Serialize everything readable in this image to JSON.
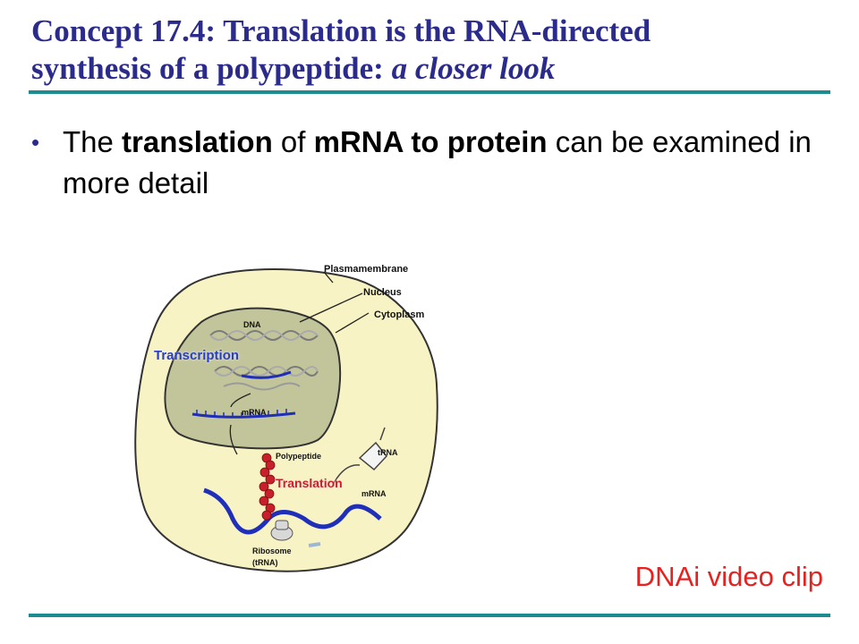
{
  "title": {
    "line1": "Concept 17.4: Translation is the RNA-directed",
    "line2_main": "synthesis of a polypeptide: ",
    "line2_italic": "a closer look"
  },
  "bullet": {
    "t1": "The ",
    "t2": "translation",
    "t3": " of ",
    "t4": "mRNA to protein",
    "t5": " can be examined in more detail"
  },
  "diagram": {
    "plasma_membrane": "Plasmamembrane",
    "nucleus": "Nucleus",
    "cytoplasm": "Cytoplasm",
    "dna": "DNA",
    "transcription": "Transcription",
    "mrna_nucleus": "mRNA",
    "polypeptide": "Polypeptide",
    "trna": "tRNA",
    "translation": "Translation",
    "mrna_cytoplasm": "mRNA",
    "ribosome_line1": "Ribosome",
    "ribosome_line2": "(tRNA)"
  },
  "video_link": "DNAi video clip",
  "colors": {
    "title": "#2b2b8c",
    "rule": "#1c8c90",
    "link": "#e8201e",
    "cytoplasm": "#f8f3c4",
    "nucleus": "#c2c59a",
    "mrna": "#1f2fb8",
    "polypeptide": "#c8202a"
  }
}
